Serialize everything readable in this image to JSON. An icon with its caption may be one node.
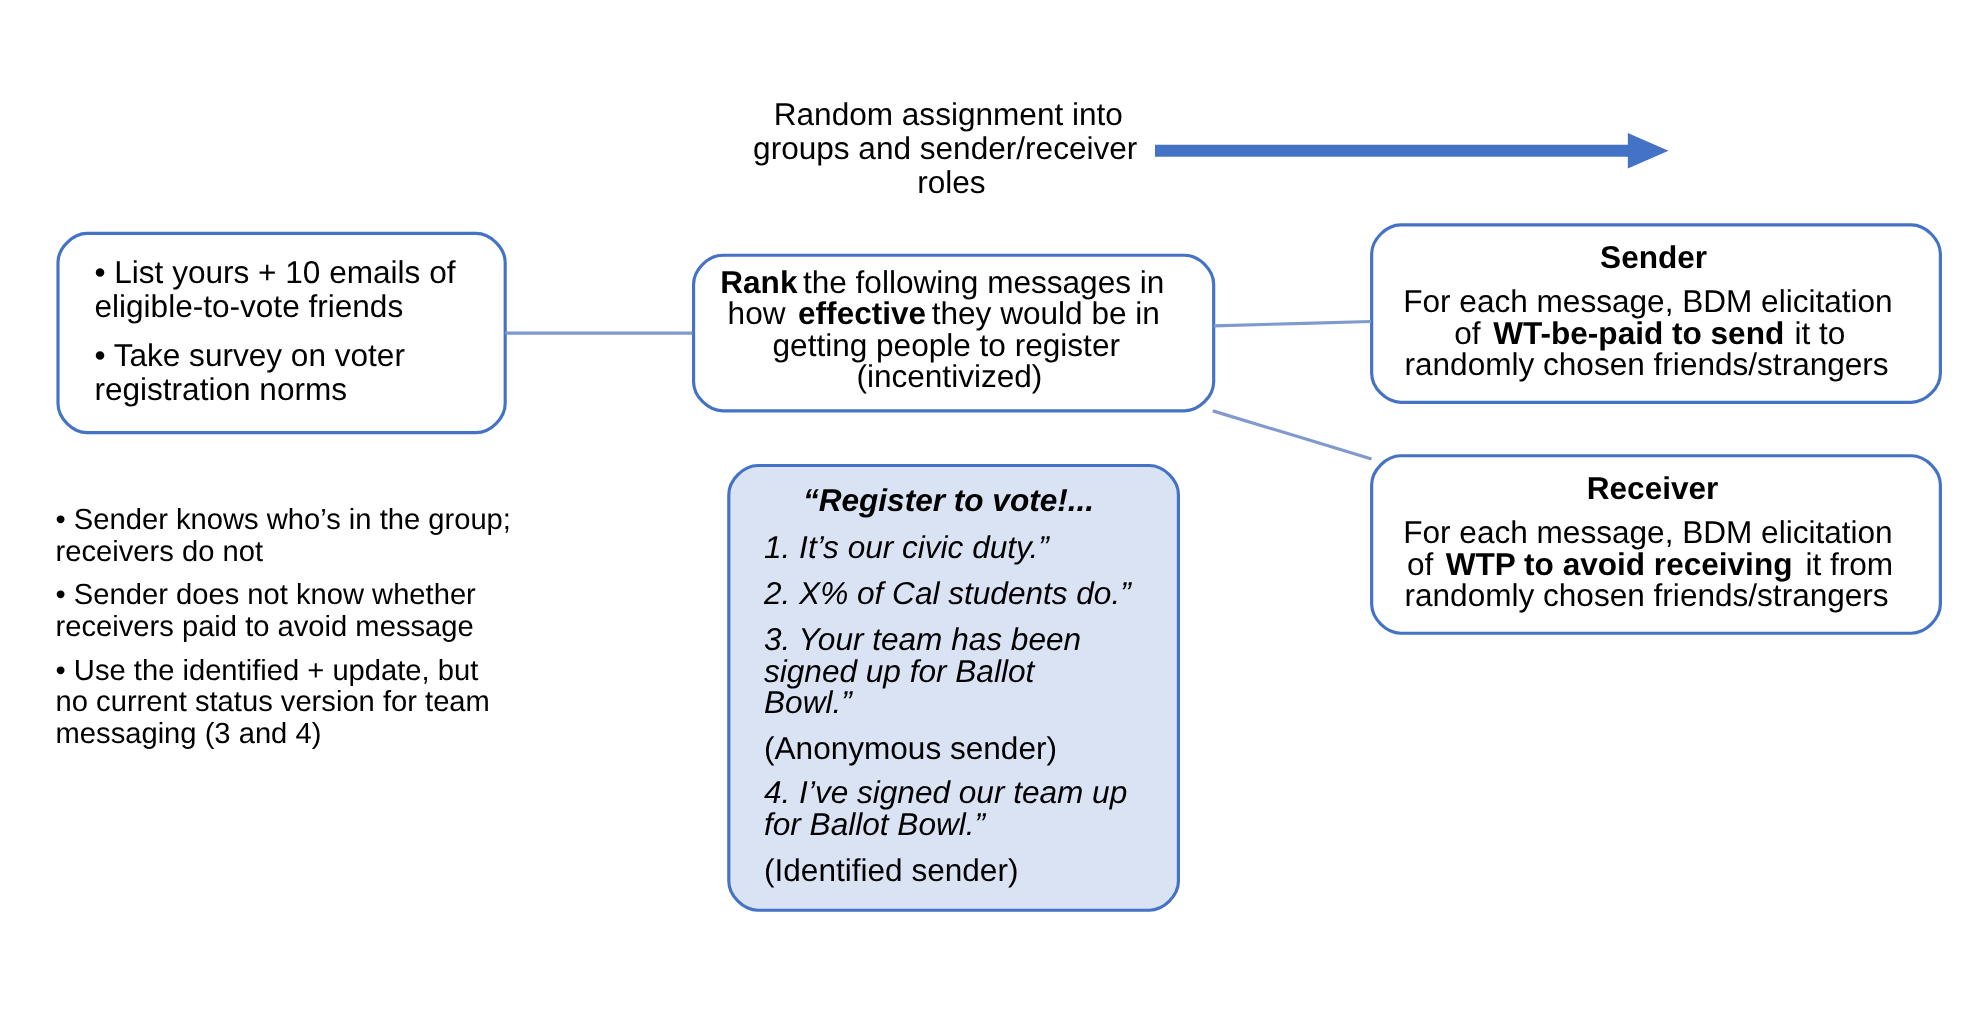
{
  "diagram": {
    "nodes": [
      {
        "text": [
          "• List yours + 10 emails of eligible-to-vote friends",
          "• Take survey on voter registration norms"
        ]
      },
      {
        "text": [
          "**Rank** the following messages in how **effective** they would be in getting people to register (incentivized)"
        ]
      },
      {
        "text": [
          "“Register to vote!...",
          "*1. It’s our civic duty.”*",
          "*2. X% of Cal students do.”*",
          "*3. Your team has been signed up for Ballot Bowl.”*",
          "(Anonymous sender)",
          "*4. I’ve signed our team up for Ballot Bowl.”*",
          "(Identified sender)"
        ]
      },
      {
        "text": [
          "Sender",
          "For each message, BDM elicitation of **WT-be-paid to send** it to randomly chosen friends/strangers"
        ]
      },
      {
        "text": [
          "Receiver",
          "For each message, BDM elicitation of **WTP to avoid receiving** it from randomly chosen friends/strangers"
        ]
      },
      {
        "text": [
          "Random assignment into groups and sender/receiver roles"
        ]
      }
    ],
    "edges": [
      {
        "from": 0,
        "to": 1,
        "arrow": "none"
      },
      {
        "from": 1,
        "to": 3,
        "arrow": "none"
      },
      {
        "from": 1,
        "to": 4,
        "arrow": "none"
      },
      {
        "from": 5,
        "to": null,
        "arrow": "to",
        "style": "thick",
        "color": "#4472c4"
      }
    ],
    "labels": [
      "• Sender knows who’s in the group; receivers do not",
      "• Sender does not know whether receivers paid to avoid message",
      "• Use the identified + update, but no current status version for team messaging (3 and 4)"
    ]
  }
}
